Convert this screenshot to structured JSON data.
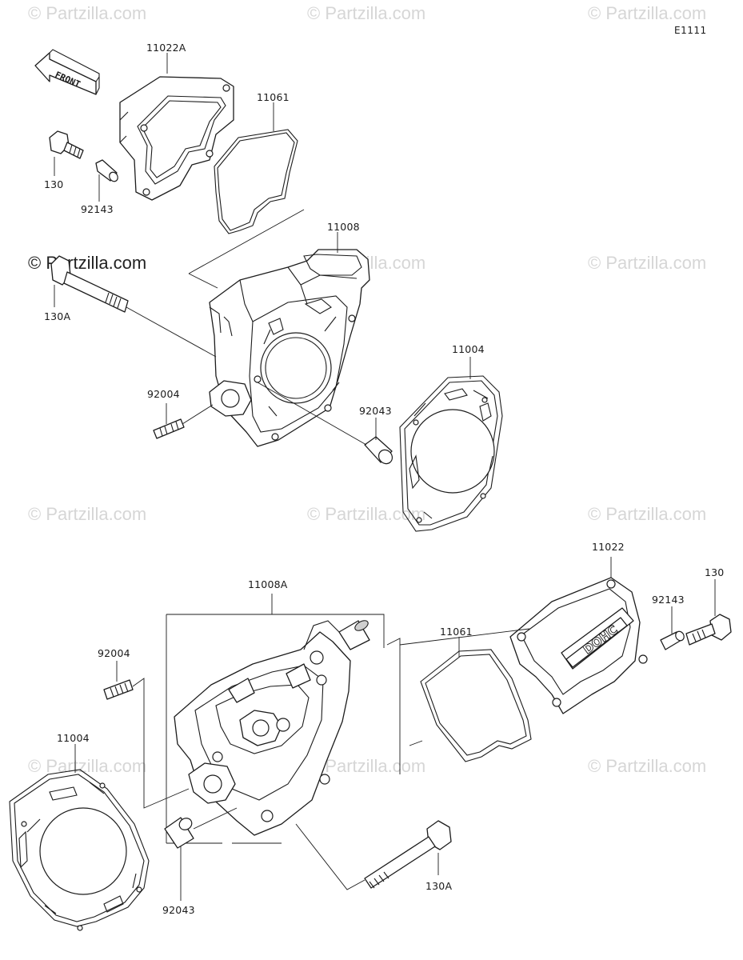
{
  "diagram_code": "E1111",
  "front_label": "FRONT",
  "watermark_text": "© Partzilla.com",
  "colors": {
    "line": "#1c1c1c",
    "watermark": "#d6d6d6",
    "background": "#ffffff"
  },
  "callouts": {
    "top_11022A": "11022A",
    "top_11061": "11061",
    "top_130": "130",
    "top_92143": "92143",
    "top_11008": "11008",
    "top_130A": "130A",
    "top_11004": "11004",
    "top_92004": "92004",
    "top_92043": "92043",
    "bot_11022": "11022",
    "bot_130": "130",
    "bot_92143": "92143",
    "bot_11061": "11061",
    "bot_11008A": "11008A",
    "bot_92004": "92004",
    "bot_11004": "11004",
    "bot_92043": "92043",
    "bot_130A": "130A"
  },
  "cover_text": "DOHC"
}
